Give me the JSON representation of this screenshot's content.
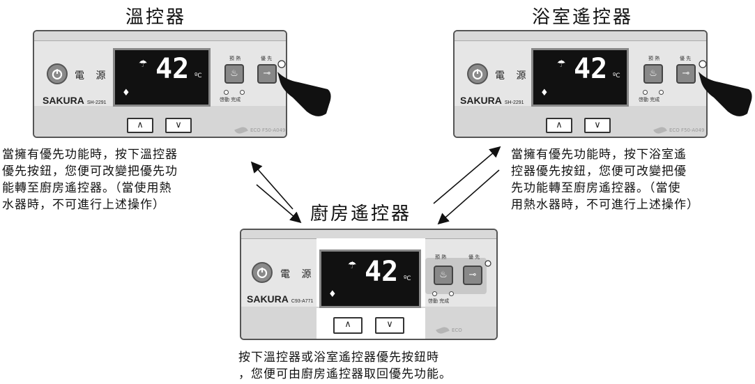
{
  "titles": {
    "left": "溫控器",
    "right": "浴室遙控器",
    "center": "廚房遙控器"
  },
  "captions": {
    "left": [
      "當擁有優先功能時，按下溫控器",
      "優先按鈕，您便可改變把優先功",
      "能轉至廚房遙控器。（當使用熱",
      "水器時，不可進行上述操作）"
    ],
    "right": [
      "當擁有優先功能時，按下浴室遙",
      "控器優先按鈕，您便可改變把優",
      "先功能轉至廚房遙控器。（當使",
      "用熱水器時，不可進行上述操作）"
    ],
    "bottom": [
      "按下溫控器或浴室遙控器優先按鈕時",
      "，您便可由廚房遙控器取回優先功能。"
    ]
  },
  "controllers": {
    "left": {
      "power_label": "電 源",
      "brand": "SAKURA",
      "model": "SH-2291",
      "temp": "42",
      "unit": "ºC",
      "key1_label": "預 熱",
      "key2_label": "優 先",
      "led_labels": "啓動 完成",
      "eco": "ECO F50-A049"
    },
    "right": {
      "power_label": "電 源",
      "brand": "SAKURA",
      "model": "SH-2291",
      "temp": "42",
      "unit": "ºC",
      "key1_label": "預 熱",
      "key2_label": "優 先",
      "led_labels": "啓動 完成",
      "eco": "ECO F50-A049"
    },
    "center": {
      "power_label": "電 源",
      "brand": "SAKURA",
      "model": "C93-A771",
      "temp": "42",
      "unit": "ºC",
      "key1_label": "預 熱",
      "key2_label": "優 先",
      "led_labels": "啓動 完成",
      "eco": "ECO"
    }
  },
  "icons": {
    "up": "∧",
    "down": "∨",
    "flame": "♦",
    "shower": "☂",
    "preheat": "♨",
    "priority": "⊸"
  }
}
